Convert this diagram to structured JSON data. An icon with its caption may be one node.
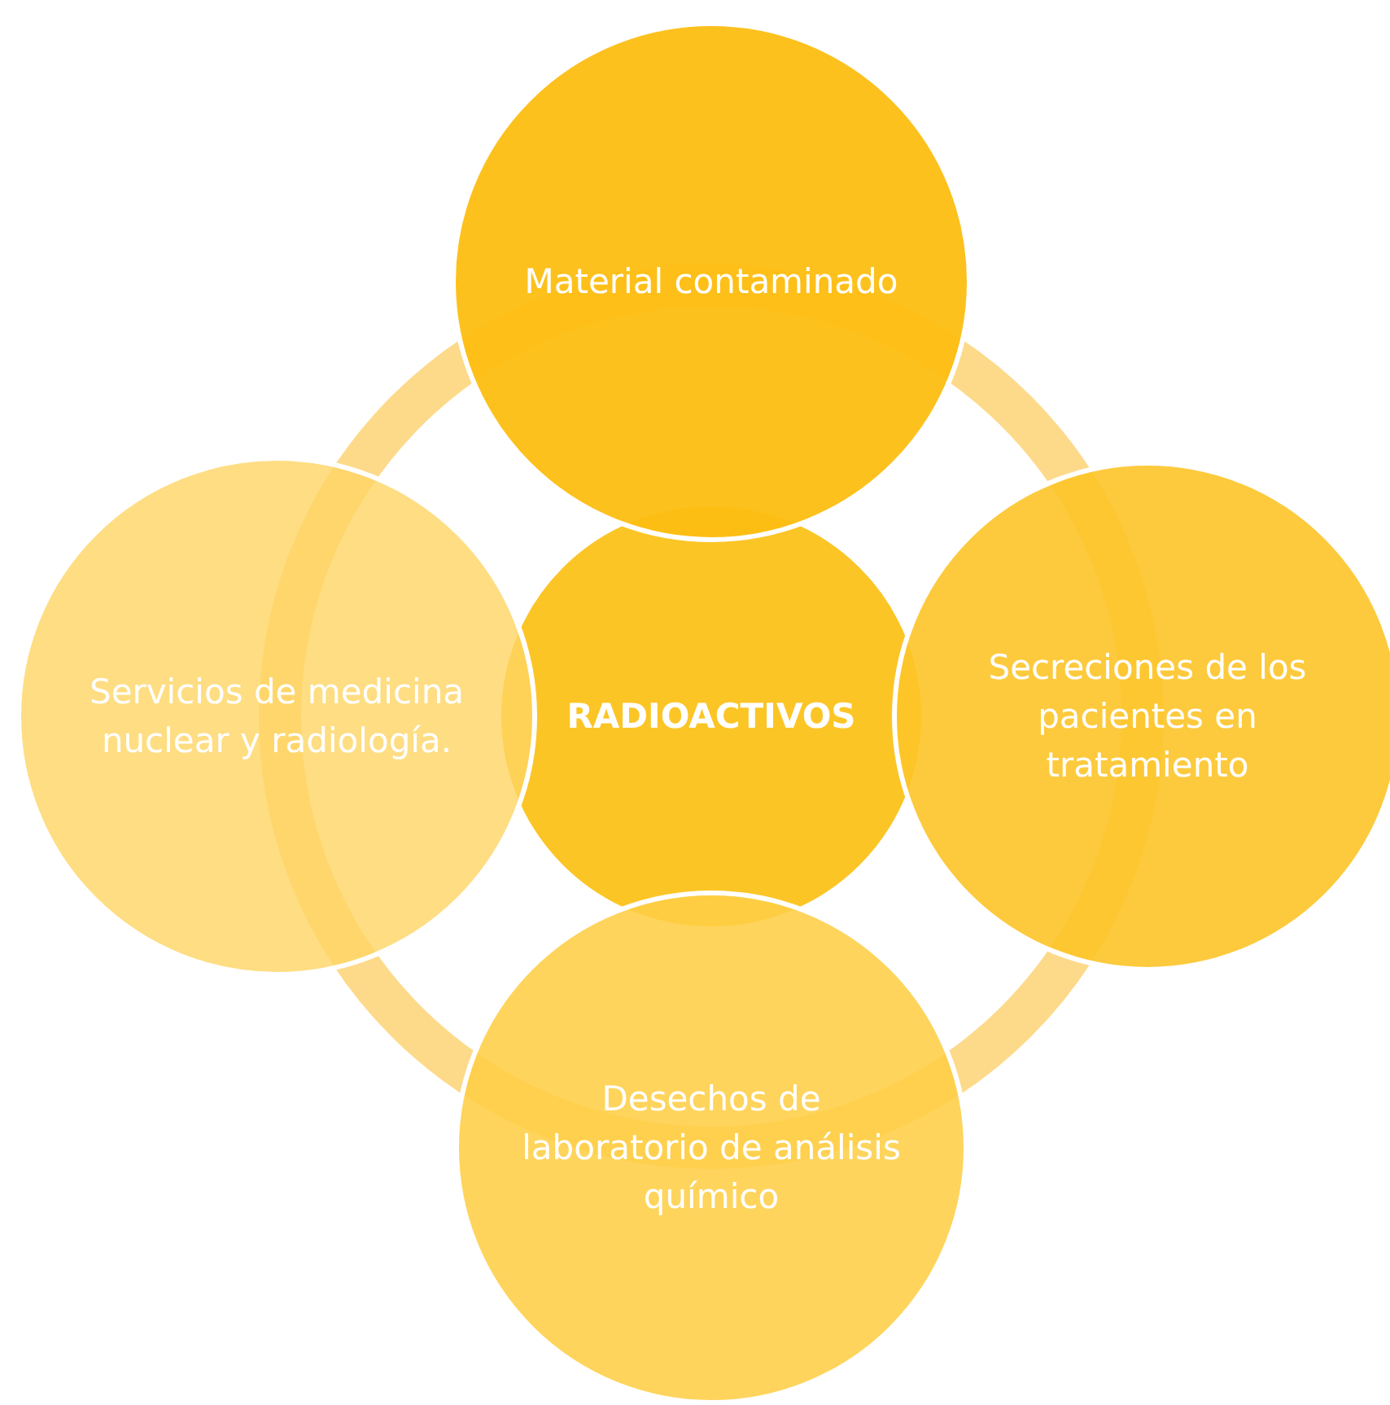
{
  "diagram": {
    "nodes": [
      {
        "text": [
          "RADIOACTIVOS"
        ]
      },
      {
        "text": [
          "Material contaminado"
        ]
      },
      {
        "text": [
          "Secreciones de los pacientes en tratamiento"
        ]
      },
      {
        "text": [
          "Desechos de laboratorio de análisis químico"
        ]
      },
      {
        "text": [
          "Servicios de medicina nuclear y radiología."
        ]
      }
    ]
  }
}
